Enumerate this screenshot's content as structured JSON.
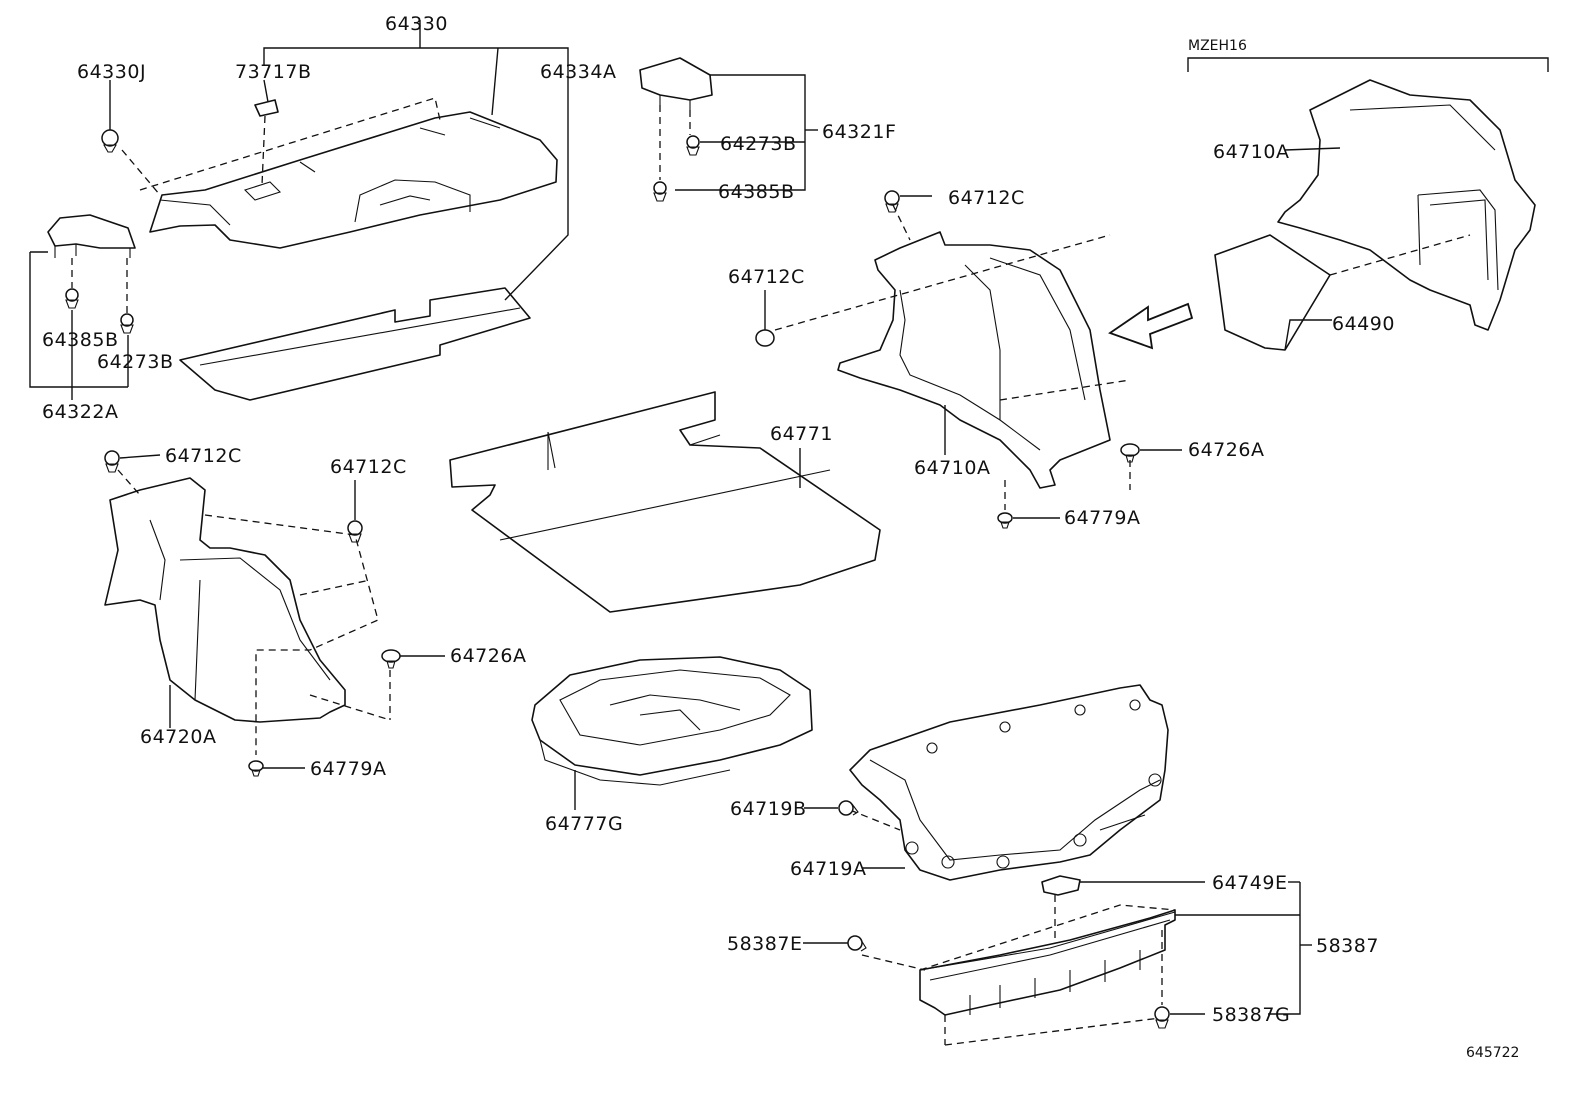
{
  "variant_note": "MZEH16",
  "drawing_number": "645722",
  "labels": {
    "p64330": "64330",
    "p64330J": "64330J",
    "p73717B": "73717B",
    "p64334A": "64334A",
    "p64321F": "64321F",
    "p64273B_top": "64273B",
    "p64385B_top": "64385B",
    "p64385B_left": "64385B",
    "p64273B_left": "64273B",
    "p64322A": "64322A",
    "p64712C_mid": "64712C",
    "p64712C_top": "64712C",
    "p64712C_left": "64712C",
    "p64712C_left2": "64712C",
    "p64710A_right": "64710A",
    "p64490": "64490",
    "p64710A_mid": "64710A",
    "p64726A_right": "64726A",
    "p64779A_right": "64779A",
    "p64771": "64771",
    "p64720A": "64720A",
    "p64726A_left": "64726A",
    "p64779A_left": "64779A",
    "p64777G": "64777G",
    "p64719B": "64719B",
    "p64719A": "64719A",
    "p64749E": "64749E",
    "p58387E": "58387E",
    "p58387": "58387",
    "p58387G": "58387G"
  }
}
